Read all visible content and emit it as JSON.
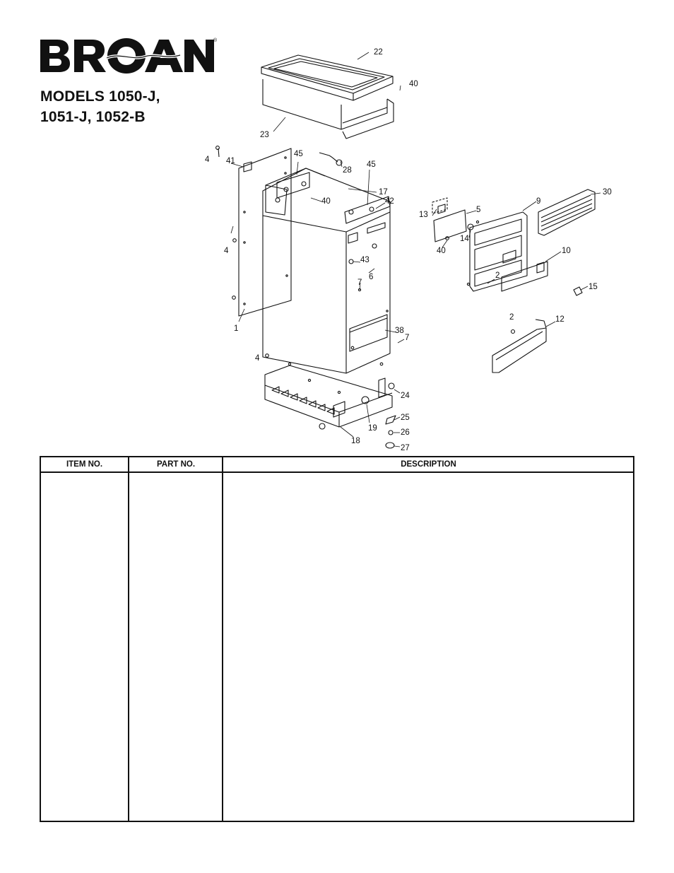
{
  "brand": {
    "name": "BROAN",
    "registered_mark": "®"
  },
  "model_title": {
    "line1": "MODELS 1050-J,",
    "line2": "1051-J, 1052-B"
  },
  "diagram_callouts": [
    "22",
    "40",
    "23",
    "4",
    "41",
    "45",
    "28",
    "45",
    "17",
    "40",
    "42",
    "30",
    "9",
    "13",
    "5",
    "40",
    "14",
    "4",
    "43",
    "6",
    "10",
    "2",
    "7",
    "15",
    "1",
    "38",
    "7",
    "2",
    "12",
    "4",
    "24",
    "19",
    "25",
    "26",
    "18",
    "27"
  ],
  "parts_table": {
    "columns": [
      "ITEM NO.",
      "PART NO.",
      "DESCRIPTION"
    ],
    "rows": []
  }
}
